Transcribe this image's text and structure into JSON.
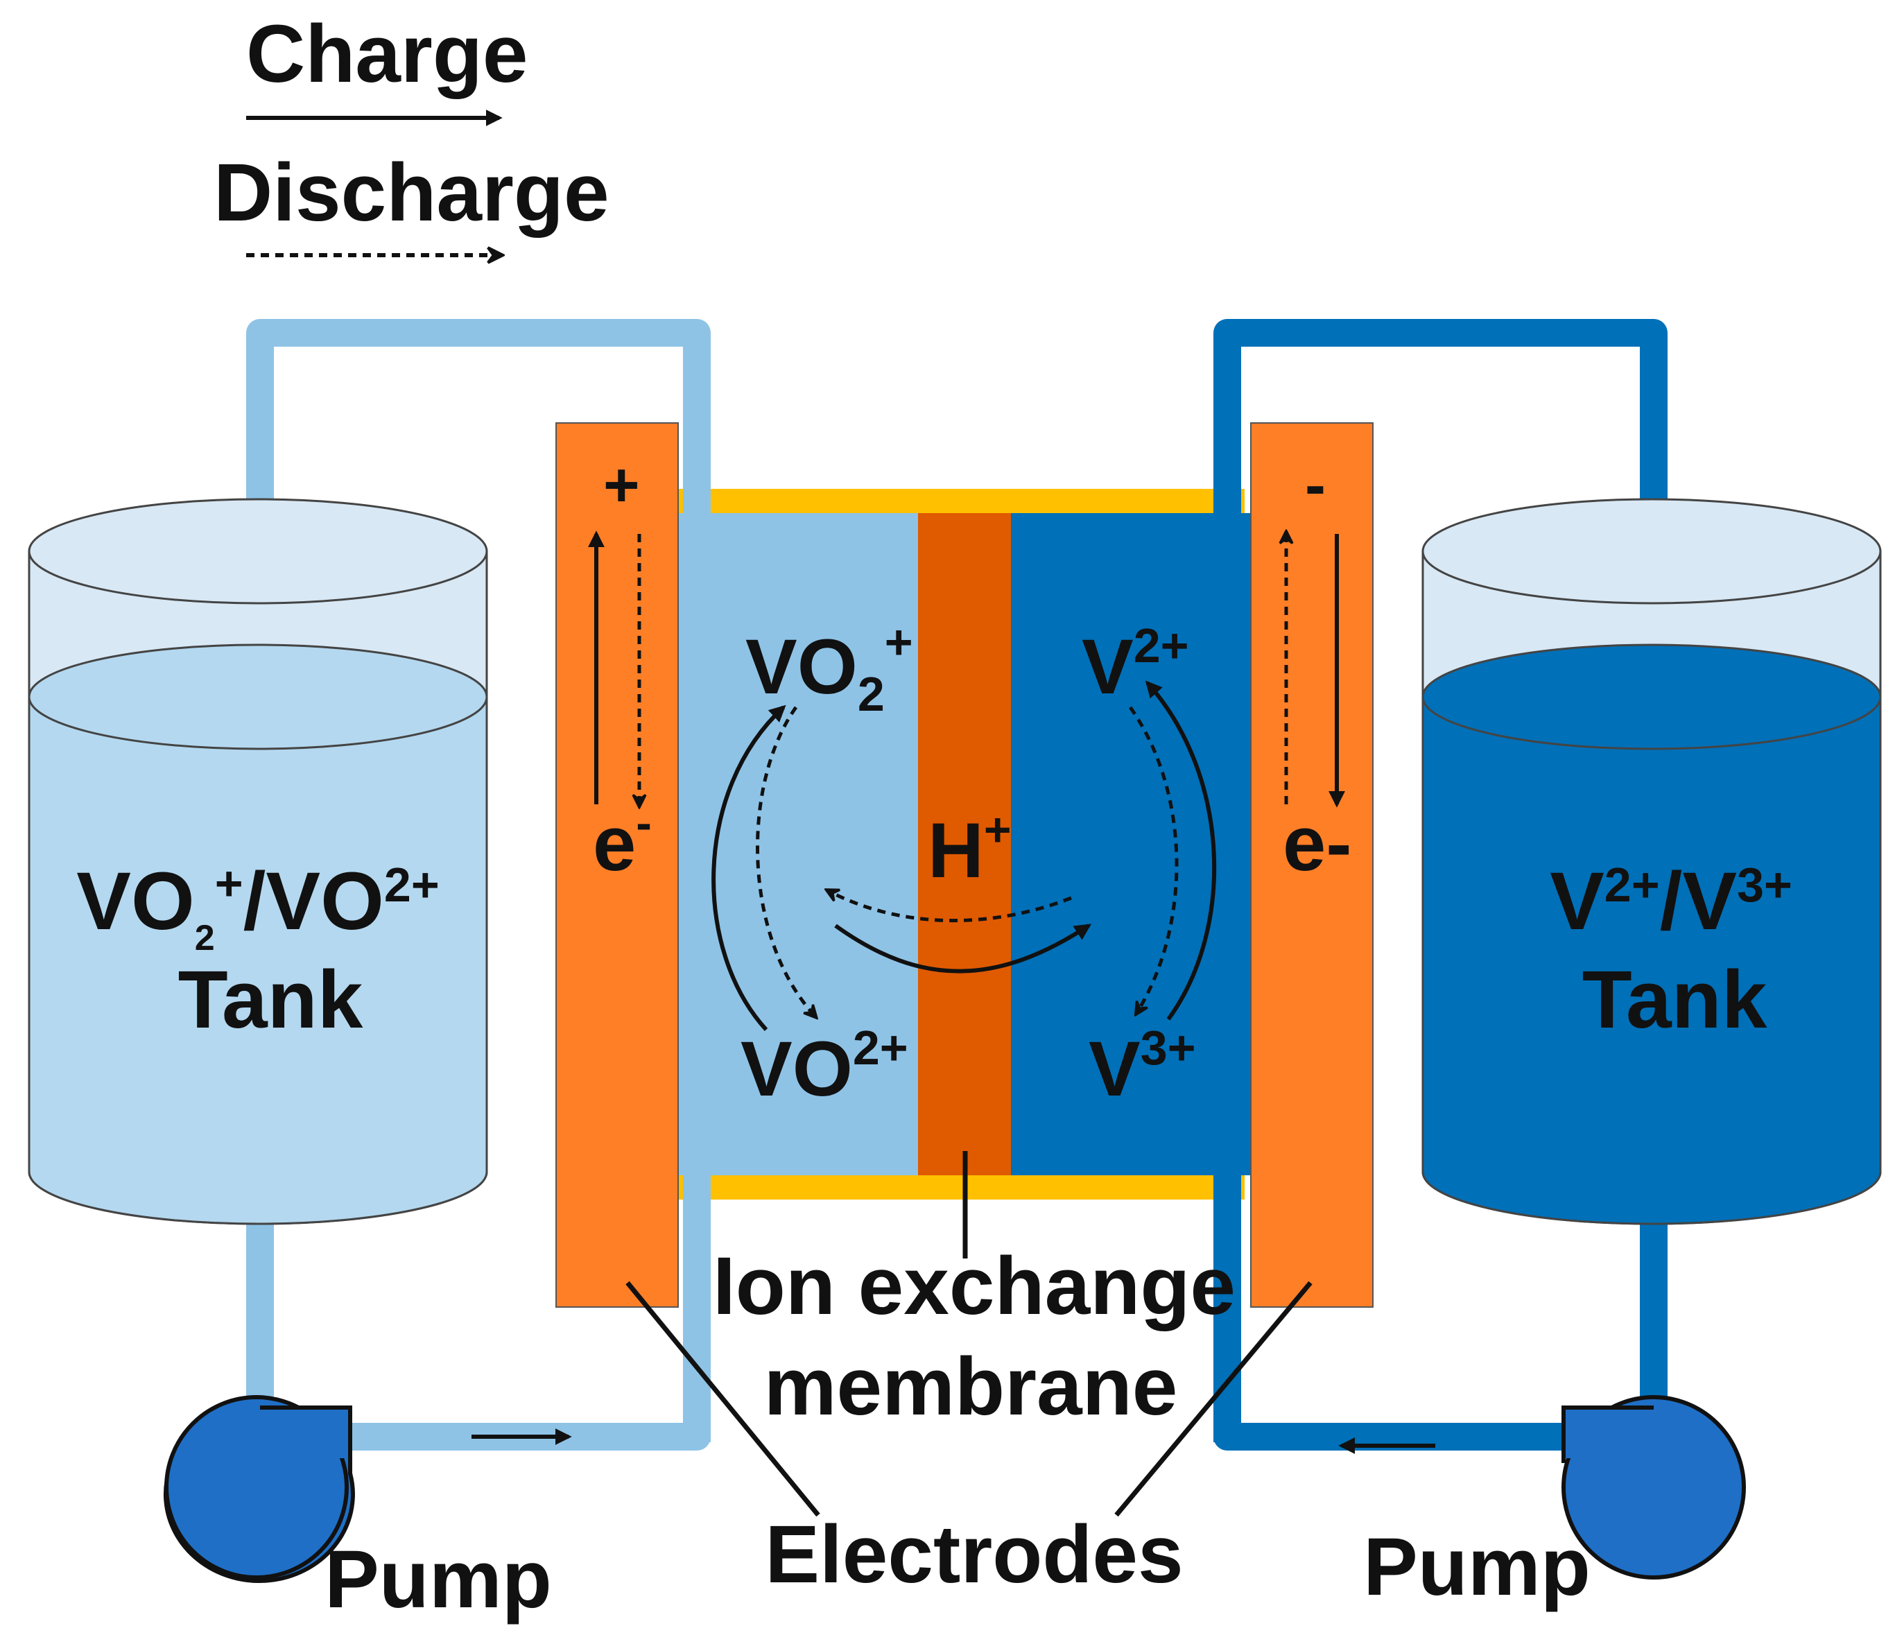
{
  "legend": {
    "charge_label": "Charge",
    "discharge_label": "Discharge"
  },
  "left_tank": {
    "species_main": "VO",
    "species_sub": "2",
    "species_sup1": "+",
    "species_mid": "/VO",
    "species_sup2": "2+",
    "tank_word": "Tank"
  },
  "right_tank": {
    "species_a": "V",
    "species_a_sup": "2+",
    "species_mid": "/V",
    "species_b_sup": "3+",
    "tank_word": "Tank"
  },
  "cell": {
    "plus_sign": "+",
    "minus_sign": "-",
    "left_electron": "e",
    "left_electron_sup": "-",
    "right_electron": "e-",
    "vo2_base": "VO",
    "vo2_sub": "2",
    "vo2_sup": "+",
    "vo_base": "VO",
    "vo_sup": "2+",
    "v2_base": "V",
    "v2_sup": "2+",
    "v3_base": "V",
    "v3_sup": "3+",
    "proton": "H",
    "proton_sup": "+"
  },
  "labels": {
    "membrane_line1": "Ion exchange",
    "membrane_line2": "membrane",
    "electrodes": "Electrodes",
    "pump_left": "Pump",
    "pump_right": "Pump"
  },
  "colors": {
    "light_electrolyte": "#8EC3E6",
    "light_tank_fill": "#B4D8EF",
    "tank_glass": "#D8E8F4",
    "dark_electrolyte": "#0070B8",
    "electrode_orange": "#FF7F27",
    "membrane_orange": "#E05A00",
    "gasket_yellow": "#FFC000",
    "pump_blue": "#1F6FC6"
  }
}
